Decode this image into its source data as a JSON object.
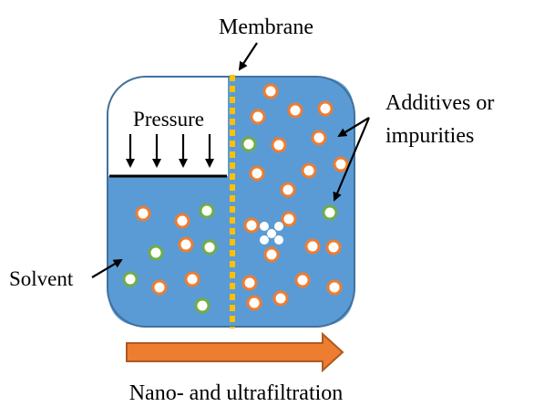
{
  "labels": {
    "membrane": "Membrane",
    "pressure": "Pressure",
    "additives_line1": "Additives or",
    "additives_line2": "impurities",
    "solvent": "Solvent",
    "process": "Nano- and ultrafiltration"
  },
  "colors": {
    "solvent_fill": "#5b9bd5",
    "vessel_stroke": "#41719c",
    "membrane": "#ffc000",
    "orange_particle": "#ed7d31",
    "green_particle": "#70ad47",
    "arrow_fill": "#ed7d31",
    "arrow_stroke": "#ae5a21"
  }
}
